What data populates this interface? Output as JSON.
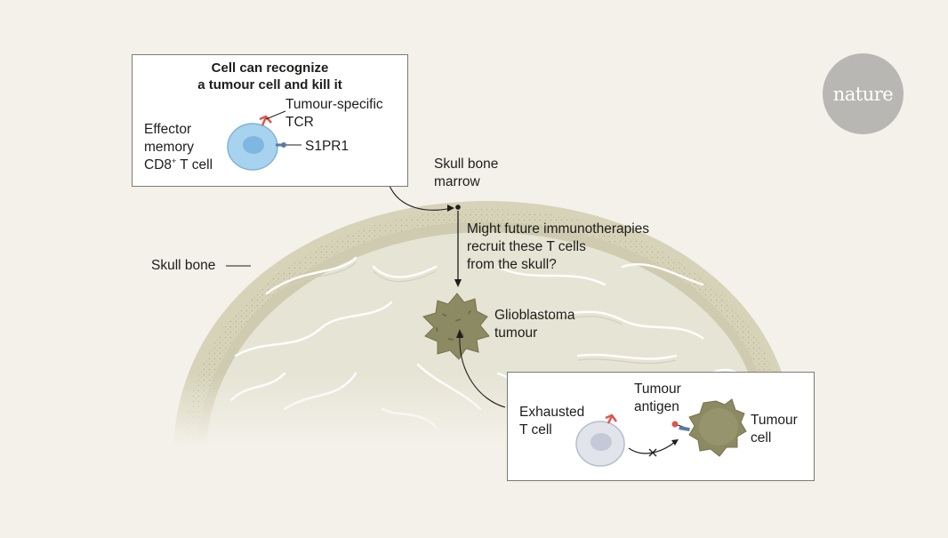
{
  "box_top": {
    "title": "Cell can recognize\na tumour cell and kill it",
    "cell_label": "Effector\nmemory\nCD8",
    "cell_label_sup": "+",
    "cell_label_tail": " T cell",
    "receptor_label": "Tumour-specific\nTCR",
    "s1pr1_label": "S1PR1"
  },
  "skull_bone_marrow_label": "Skull bone\nmarrow",
  "question_label": "Might future immunotherapies\nrecruit these T cells\nfrom the skull?",
  "skull_bone_label": "Skull bone",
  "glioblastoma_label": "Glioblastoma\ntumour",
  "box_bottom": {
    "exhausted_label": "Exhausted\nT cell",
    "antigen_label": "Tumour\nantigen",
    "tumour_cell_label": "Tumour\ncell"
  },
  "logo_text": "nature",
  "colors": {
    "background": "#f4f1ea",
    "skull": "#d6d3b9",
    "brain": "#e6e4d4",
    "tumour": "#8c8a63",
    "t_cell": "#a8d3ee",
    "receptor_red": "#e0534f"
  }
}
